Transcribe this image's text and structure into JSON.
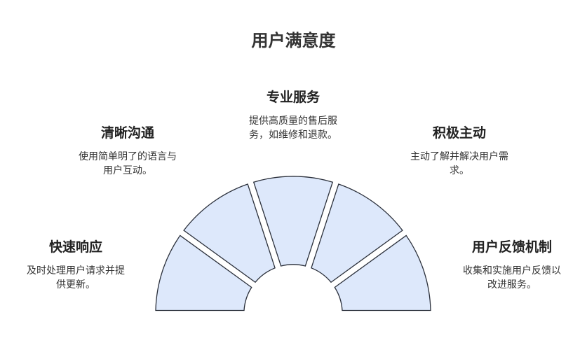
{
  "title": "用户满意度",
  "items": [
    {
      "title": "快速响应",
      "desc_lines": [
        "及时处理用户请求并提",
        "供更新。"
      ]
    },
    {
      "title": "清晰沟通",
      "desc_lines": [
        "使用简单明了的语言与",
        "用户互动。"
      ]
    },
    {
      "title": "专业服务",
      "desc_lines": [
        "提供高质量的售后服",
        "务，如维修和退款。"
      ]
    },
    {
      "title": "积极主动",
      "desc_lines": [
        "主动了解并解决用户需",
        "求。"
      ]
    },
    {
      "title": "用户反馈机制",
      "desc_lines": [
        "收集和实施用户反馈以",
        "改进服务。"
      ]
    }
  ],
  "colors": {
    "segment_fill": "#dde8fb",
    "segment_stroke": "#2a2f3a"
  }
}
